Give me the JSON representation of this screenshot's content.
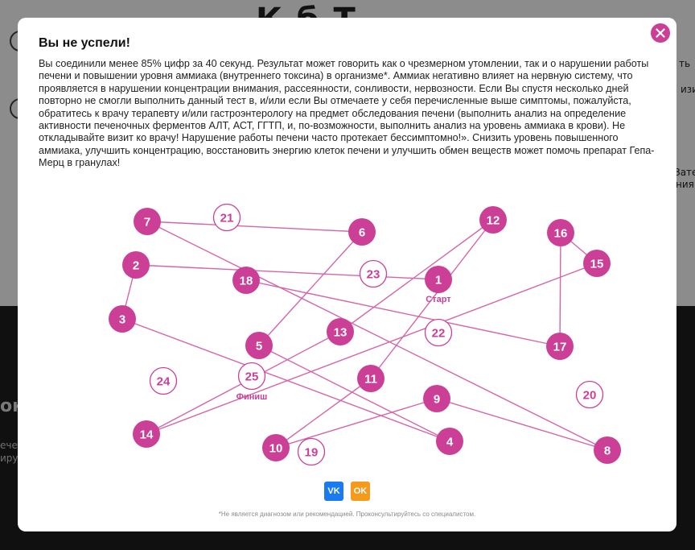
{
  "background": {
    "heading": "К          б          Т",
    "side_right": [
      "ть",
      "изит",
      "Затем",
      "ния"
    ],
    "side_left_dark": [
      "ок",
      "ечен",
      "иру"
    ]
  },
  "modal": {
    "title": "Вы не успели!",
    "text": "Вы соединили менее 85% цифр за 40 секунд. Результат может говорить как о чрезмерном утомлении, так и о нарушении работы печени и повышении уровня аммиака (внутреннего токсина) в организме*. Аммиак негативно влияет на нервную систему, что проявляется в нарушении концентрации внимания, рассеянности, сонливости, нервозности. Если Вы спустя несколько дней повторно не смогли выполнить данный тест в, и/или если Вы отмечаете у себя перечисленные выше симптомы, пожалуйста, обратитесь к врачу терапевту и/или гастроэнтерологу на предмет обследования печени (выполнить анализ на определение активности печеночных ферментов АЛТ, АСТ, ГГТП, и, по-возможности, выполнить анализ на уровень аммиака в крови). Не откладывайте визит ко врачу! Нарушение работы печени часто протекает бессимптомно!». Снизить уровень повышенного аммиака, улучшить концентрацию, восстановить энергию клеток печени и улучшить обмен веществ может помочь препарат Гепа-Мерц в гранулах!",
    "start_label": "Старт",
    "finish_label": "Финиш",
    "share_vk": "VK",
    "share_ok": "OK",
    "disclaimer": "*Не является диагнозом или рекомендацией. Проконсультируйтесь со специалистом."
  },
  "colors": {
    "accent": "#cc3f96",
    "line": "#d565a8",
    "vk": "#1a7af0",
    "ok": "#f59a1b"
  },
  "game": {
    "connected_count": 18,
    "nodes": [
      {
        "n": "1",
        "filled": true
      },
      {
        "n": "2",
        "filled": true
      },
      {
        "n": "3",
        "filled": true
      },
      {
        "n": "4",
        "filled": true
      },
      {
        "n": "5",
        "filled": true
      },
      {
        "n": "6",
        "filled": true
      },
      {
        "n": "7",
        "filled": true
      },
      {
        "n": "8",
        "filled": true
      },
      {
        "n": "9",
        "filled": true
      },
      {
        "n": "10",
        "filled": true
      },
      {
        "n": "11",
        "filled": true
      },
      {
        "n": "12",
        "filled": true
      },
      {
        "n": "13",
        "filled": true
      },
      {
        "n": "14",
        "filled": true
      },
      {
        "n": "15",
        "filled": true
      },
      {
        "n": "16",
        "filled": true
      },
      {
        "n": "17",
        "filled": true
      },
      {
        "n": "18",
        "filled": true
      },
      {
        "n": "19",
        "filled": false
      },
      {
        "n": "20",
        "filled": false
      },
      {
        "n": "21",
        "filled": false
      },
      {
        "n": "22",
        "filled": false
      },
      {
        "n": "23",
        "filled": false
      },
      {
        "n": "24",
        "filled": false
      },
      {
        "n": "25",
        "filled": false
      }
    ]
  }
}
